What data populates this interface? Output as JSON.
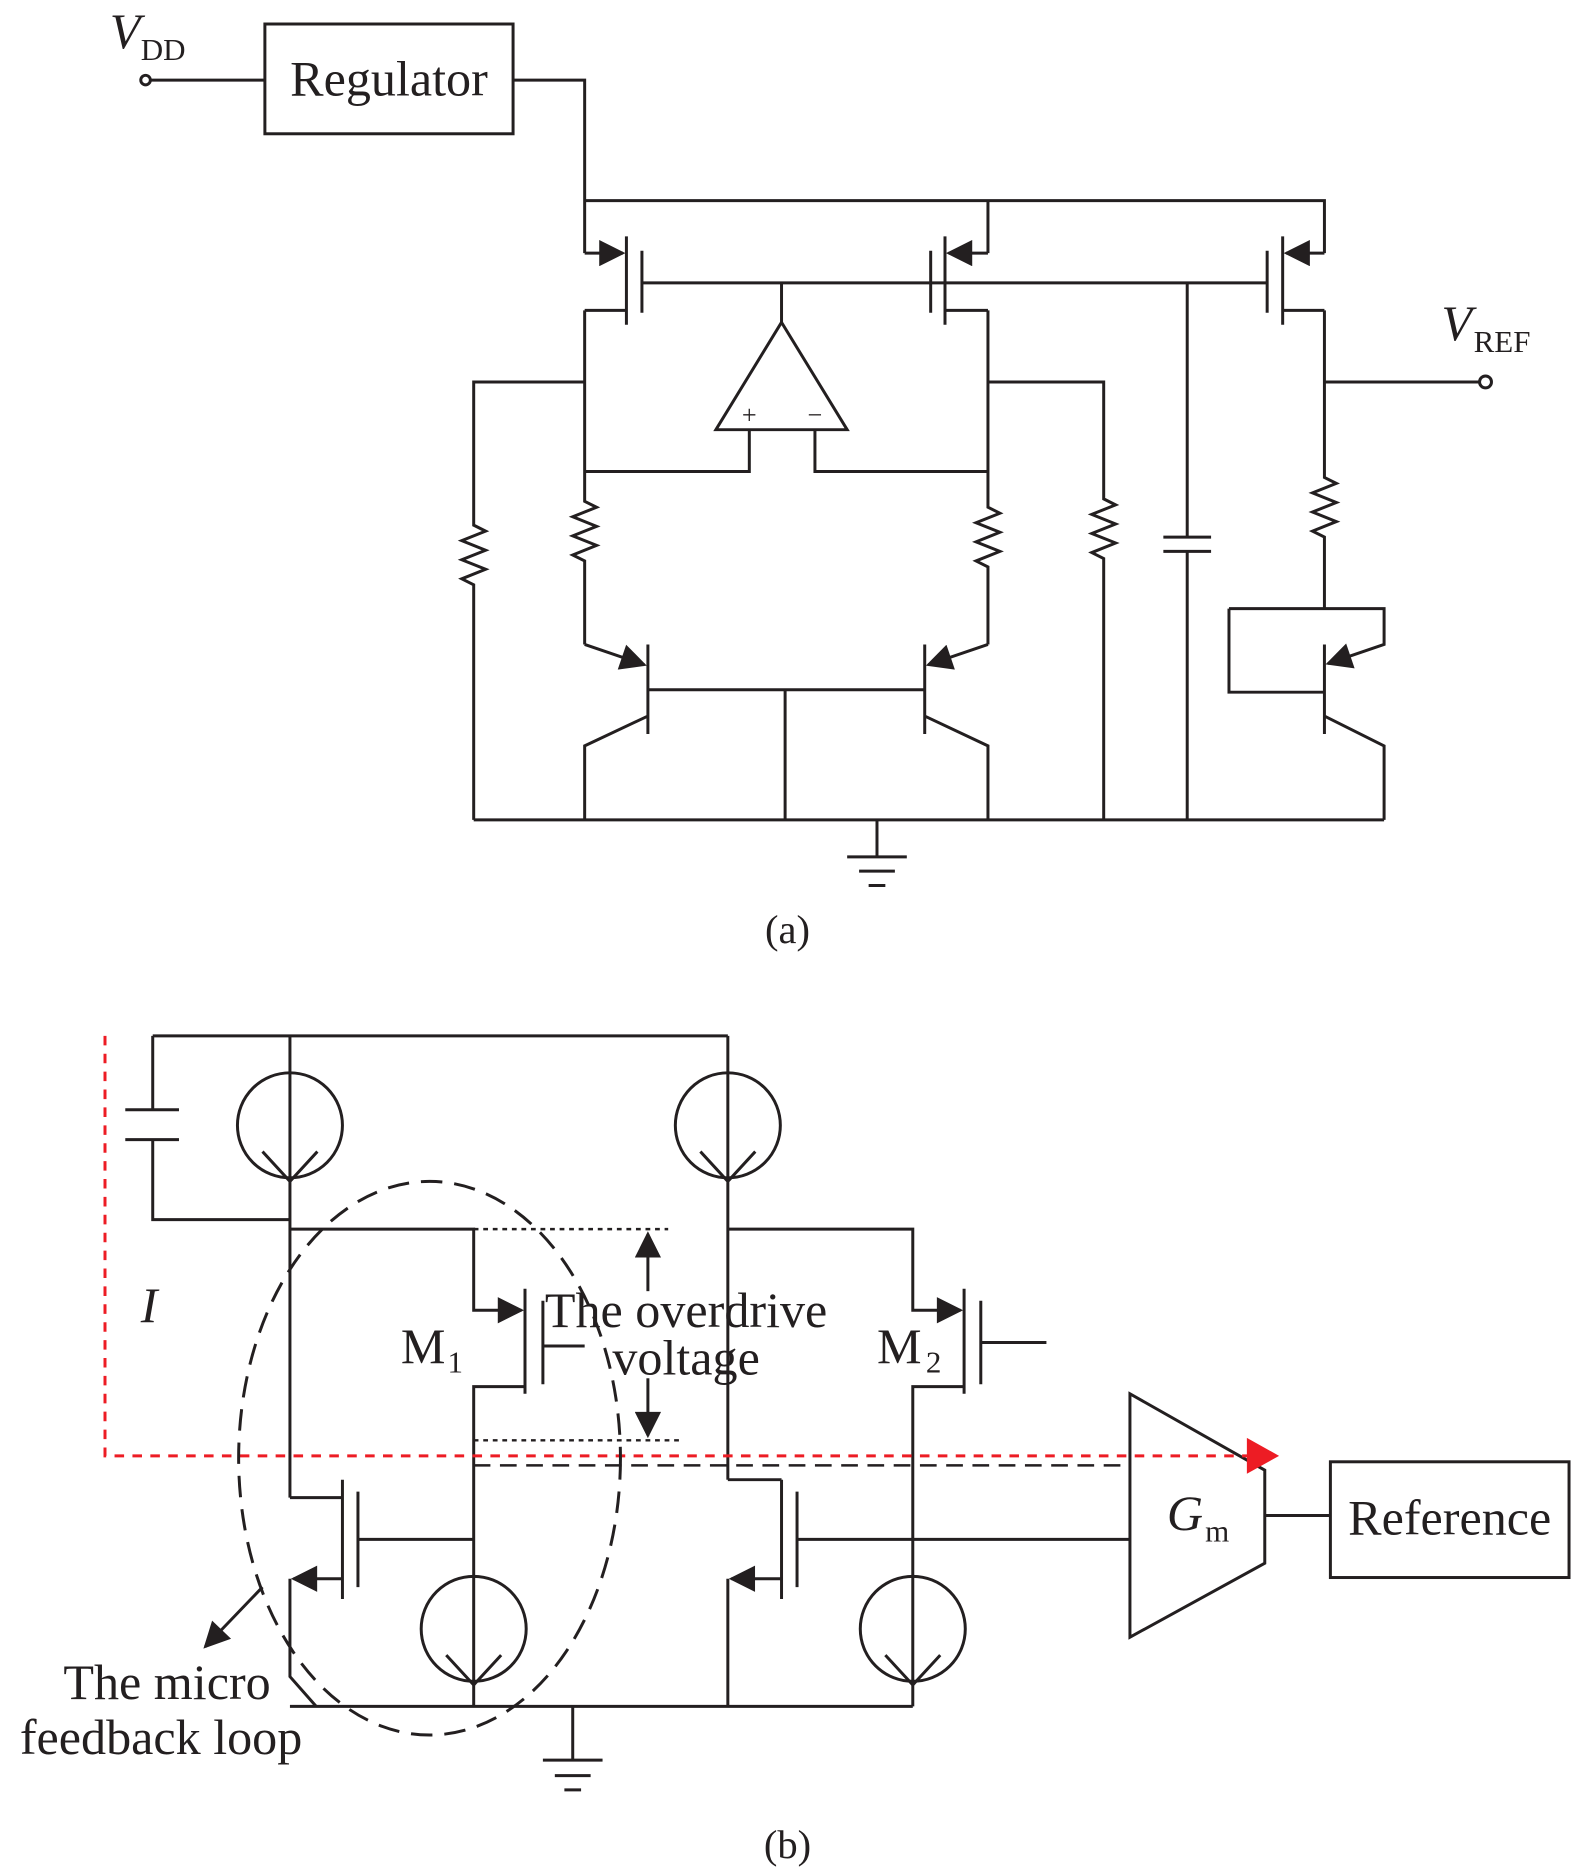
{
  "figure_a": {
    "vdd_label": "V",
    "vdd_sub": "DD",
    "regulator_label": "Regulator",
    "vref_label": "V",
    "vref_sub": "REF",
    "opamp_plus": "+",
    "opamp_minus": "−",
    "caption": "(a)"
  },
  "figure_b": {
    "current_label": "I",
    "m1_label": "M",
    "m1_sub": "1",
    "m2_label": "M",
    "m2_sub": "2",
    "overdrive_line1": "The overdrive",
    "overdrive_line2": "voltage",
    "gm_label": "G",
    "gm_sub": "m",
    "reference_label": "Reference",
    "loop_line1": "The micro",
    "loop_line2": "feedback loop",
    "caption": "(b)",
    "signal_path_color": "#ed1c24"
  }
}
